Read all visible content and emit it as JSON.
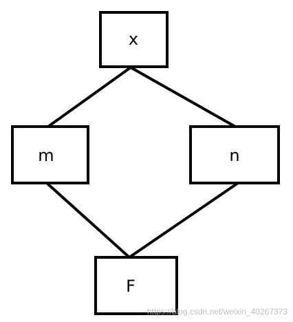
{
  "nodes": {
    "x": {
      "label": "x"
    },
    "m": {
      "label": "m"
    },
    "n": {
      "label": "n"
    },
    "f": {
      "label": "F"
    }
  },
  "edges": [
    {
      "from": "x",
      "to": "m"
    },
    {
      "from": "x",
      "to": "n"
    },
    {
      "from": "m",
      "to": "f"
    },
    {
      "from": "n",
      "to": "f"
    }
  ],
  "watermark": "https://blog.csdn.net/weixin_40267373",
  "colors": {
    "stroke": "#000000",
    "background": "#ffffff"
  }
}
